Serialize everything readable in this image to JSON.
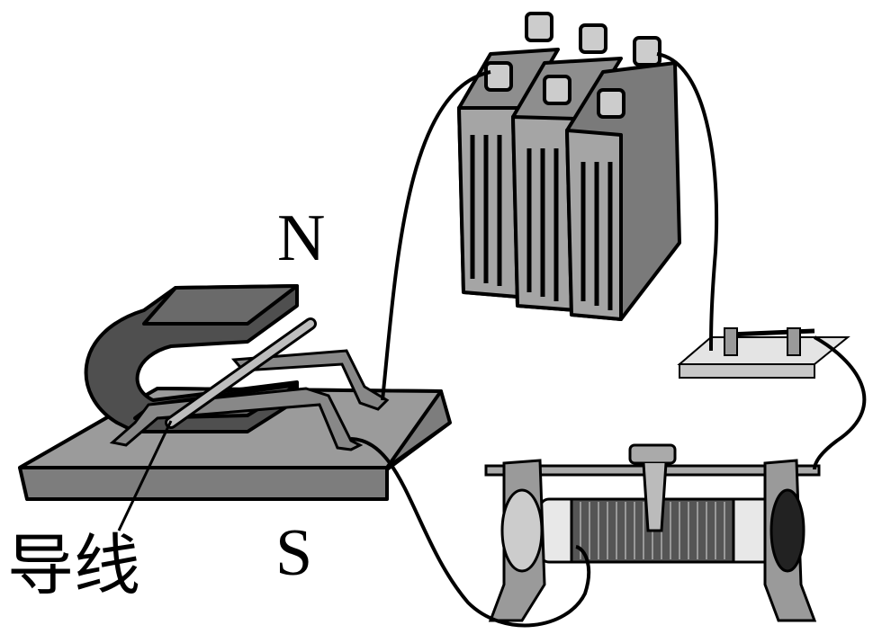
{
  "labels": {
    "north_pole": "N",
    "south_pole": "S",
    "wire": "导线"
  },
  "colors": {
    "outline": "#000000",
    "base": "#8c8c8c",
    "magnet": "#5a5a5a",
    "battery": "#9a9a9a",
    "switch_base": "#d8d8d8",
    "rheostat_coil": "#6e6e6e"
  }
}
